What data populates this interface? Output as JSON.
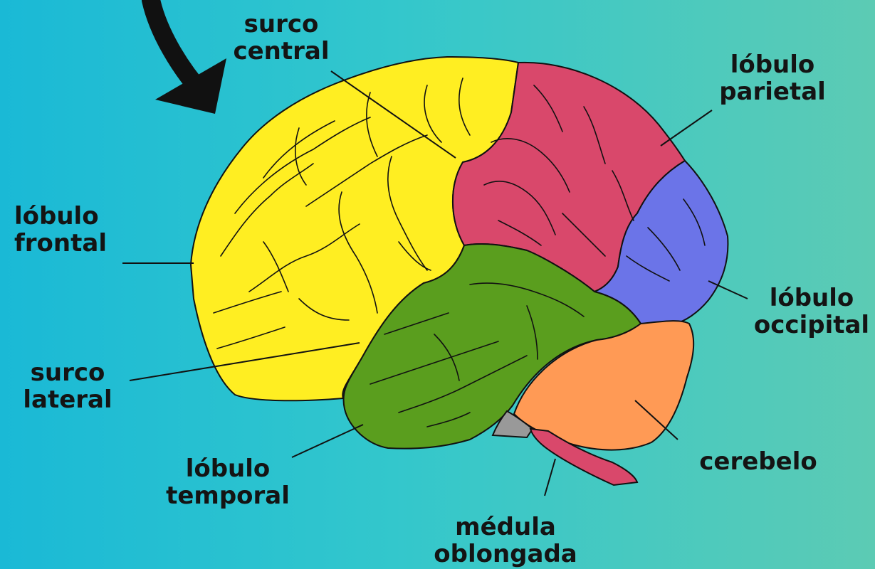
{
  "labels": {
    "central_sulcus": [
      "surco",
      "central"
    ],
    "parietal_lobe": [
      "lóbulo",
      "parietal"
    ],
    "frontal_lobe": [
      "lóbulo",
      "frontal"
    ],
    "occipital_lobe": [
      "lóbulo",
      "occipital"
    ],
    "lateral_sulcus": [
      "surco",
      "lateral"
    ],
    "cerebellum": [
      "cerebelo"
    ],
    "temporal_lobe": [
      "lóbulo",
      "temporal"
    ],
    "medulla": [
      "médula",
      "oblongada"
    ]
  },
  "colors": {
    "frontal": "#ffee22",
    "parietal": "#d9486b",
    "occipital": "#6b74e8",
    "temporal": "#5a9e1e",
    "cerebellum": "#ff9a55",
    "medulla": "#d9486b",
    "pons": "#999999",
    "outline": "#111111"
  }
}
